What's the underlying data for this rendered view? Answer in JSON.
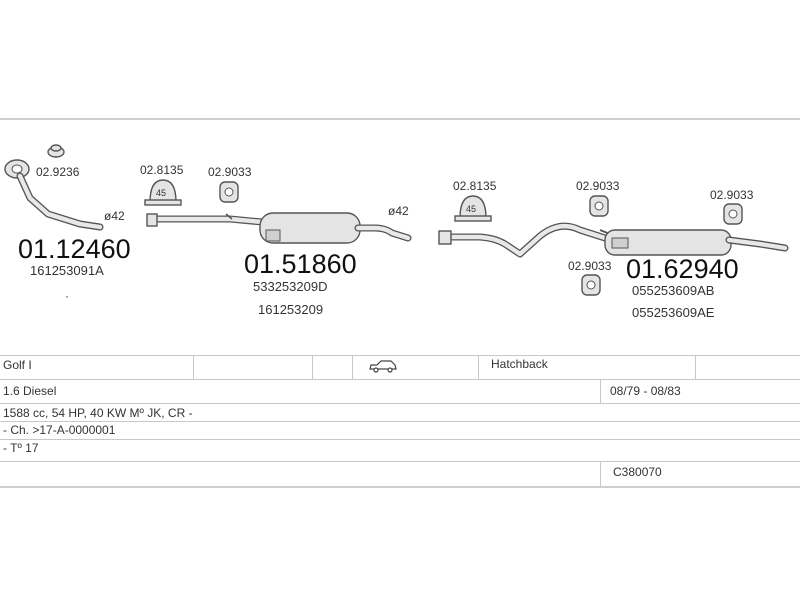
{
  "parts": {
    "front_pipe": {
      "number": "01.12460",
      "code": "161253091A",
      "diameter": "ø42",
      "gasket": "02.9236"
    },
    "middle_section": {
      "number": "01.51860",
      "codes": [
        "533253209D",
        "161253209"
      ],
      "diameter": "ø42",
      "clamp": "02.8135",
      "clamp_size": "45",
      "rubber": "02.9033"
    },
    "rear_section": {
      "number": "01.62940",
      "codes": [
        "055253609AB",
        "055253609AE"
      ],
      "clamp": "02.8135",
      "clamp_size": "45",
      "rubber_top_left": "02.9033",
      "rubber_top_right": "02.9033",
      "rubber_bottom": "02.9033"
    }
  },
  "vehicle": {
    "model": "Golf I",
    "body_type": "Hatchback",
    "engine": "1.6 Diesel",
    "period": "08/79 - 08/83",
    "specs": "1588 cc, 54 HP, 40 KW Mº JK, CR -",
    "chassis": "- Ch. >17-A-0000001",
    "note": "- Tº 17",
    "catalog_code": "C380070"
  },
  "icons": {
    "car": "car-silhouette-icon"
  }
}
